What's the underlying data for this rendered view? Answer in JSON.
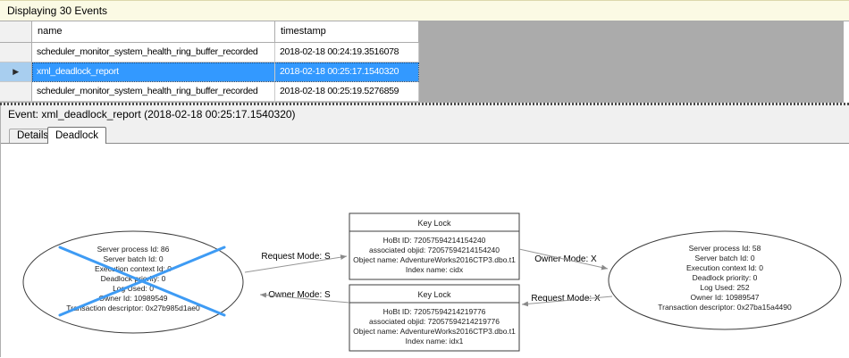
{
  "header": {
    "title": "Displaying 30 Events"
  },
  "table": {
    "columns": {
      "name": "name",
      "timestamp": "timestamp"
    },
    "rows": [
      {
        "name": "scheduler_monitor_system_health_ring_buffer_recorded",
        "timestamp": "2018-02-18 00:24:19.3516078",
        "selected": false
      },
      {
        "name": "xml_deadlock_report",
        "timestamp": "2018-02-18 00:25:17.1540320",
        "selected": true
      },
      {
        "name": "scheduler_monitor_system_health_ring_buffer_recorded",
        "timestamp": "2018-02-18 00:25:19.5276859",
        "selected": false
      }
    ]
  },
  "event_bar": {
    "label": "Event: xml_deadlock_report (2018-02-18 00:25:17.1540320)"
  },
  "tabs": {
    "details": "Details",
    "deadlock": "Deadlock"
  },
  "icons": {
    "row_selector_arrow": "▶"
  },
  "colors": {
    "selection_blue": "#3399FF",
    "victim_cross_blue": "#3E9BF4",
    "header_cream": "#FBFAE4",
    "grid_empty_gray": "#ABABAB",
    "pane_gray": "#F0F0F0"
  },
  "graph": {
    "left_process": {
      "lines": [
        "Server process Id: 86",
        "Server batch Id: 0",
        "Execution context Id: 0",
        "Deadlock priority: 0",
        "Log Used: 0",
        "Owner Id: 10989549",
        "Transaction descriptor: 0x27b985d1ae0"
      ]
    },
    "right_process": {
      "lines": [
        "Server process Id: 58",
        "Server batch Id: 0",
        "Execution context Id: 0",
        "Deadlock priority: 0",
        "Log Used: 252",
        "Owner Id: 10989547",
        "Transaction descriptor: 0x27ba15a4490"
      ]
    },
    "top_resource": {
      "title": "Key Lock",
      "lines": [
        "HoBt ID: 72057594214154240",
        "associated objid: 72057594214154240",
        "Object name: AdventureWorks2016CTP3.dbo.t1",
        "Index name: cidx"
      ]
    },
    "bottom_resource": {
      "title": "Key Lock",
      "lines": [
        "HoBt ID: 72057594214219776",
        "associated objid: 72057594214219776",
        "Object name: AdventureWorks2016CTP3.dbo.t1",
        "Index name: idx1"
      ]
    },
    "edges": {
      "request_s": "Request Mode: S",
      "owner_s": "Owner Mode: S",
      "owner_x": "Owner Mode: X",
      "request_x": "Request Mode: X"
    }
  }
}
